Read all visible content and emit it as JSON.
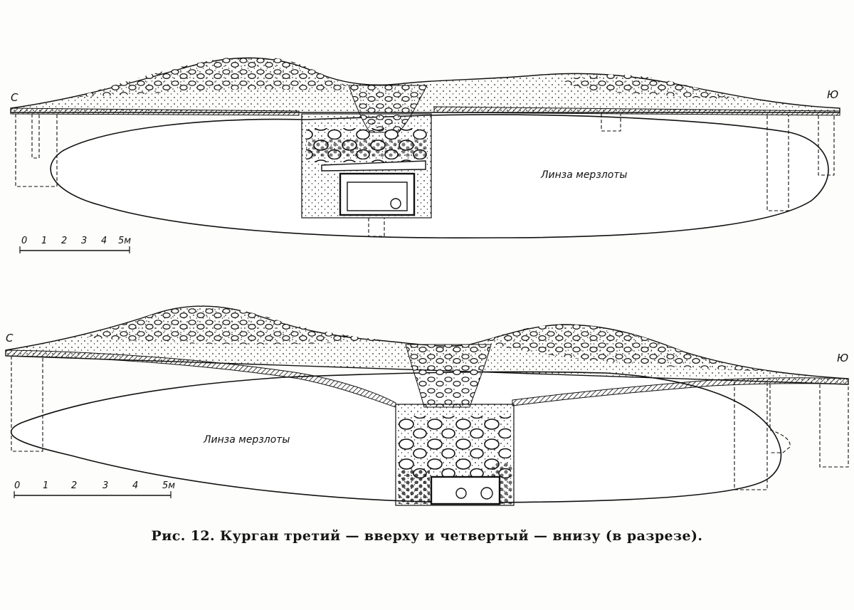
{
  "top_section": {
    "north_label": "С",
    "south_label": "Ю",
    "lens_label": "Линза мерзлоты",
    "scale": {
      "ticks": [
        "0",
        "1",
        "2",
        "3",
        "4"
      ],
      "end_label": "5м"
    }
  },
  "bottom_section": {
    "north_label": "С",
    "south_label": "Ю",
    "lens_label": "Линза мерзлоты",
    "scale": {
      "ticks": [
        "0",
        "1",
        "2",
        "3",
        "4"
      ],
      "end_label": "5м"
    }
  },
  "caption": "Рис. 12. Курган третий — вверху и четвертый — внизу (в разрезе)."
}
